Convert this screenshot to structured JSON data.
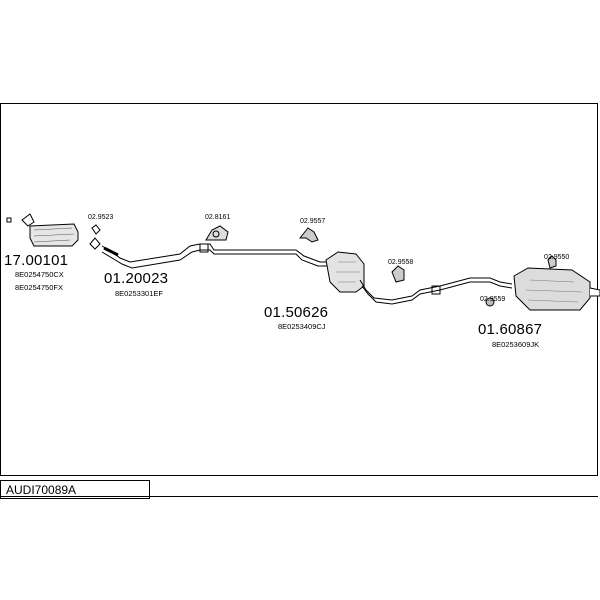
{
  "model": {
    "code": "AUDI70089A"
  },
  "parts": [
    {
      "id": "dpf",
      "number": "17.00101",
      "oem": [
        "8E0254750CX",
        "8E0254750FX"
      ]
    },
    {
      "id": "front",
      "number": "01.20023",
      "oem": [
        "8E0253301EF"
      ]
    },
    {
      "id": "middle",
      "number": "01.50626",
      "oem": [
        "8E0253409CJ"
      ]
    },
    {
      "id": "rear",
      "number": "01.60867",
      "oem": [
        "8E0253609JK"
      ]
    }
  ],
  "mounts": [
    "02.9523",
    "02.8161",
    "02.9557",
    "02.9558",
    "02.9550",
    "02.9559"
  ]
}
